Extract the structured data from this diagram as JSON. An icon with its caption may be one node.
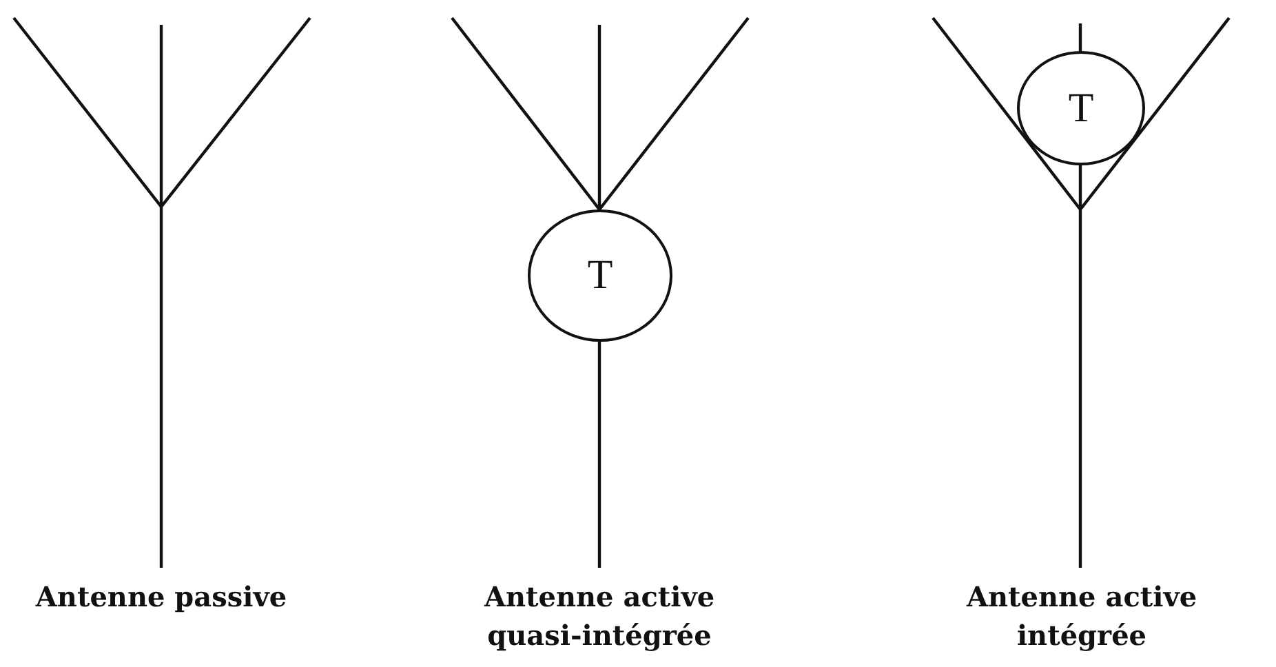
{
  "diagram": {
    "nodes": [
      {
        "text": [
          "T"
        ]
      },
      {
        "text": [
          "T"
        ]
      }
    ],
    "labels": [
      "Antenne passive",
      "Antenne active quasi-intégrée",
      "Antenne active intégrée"
    ]
  }
}
